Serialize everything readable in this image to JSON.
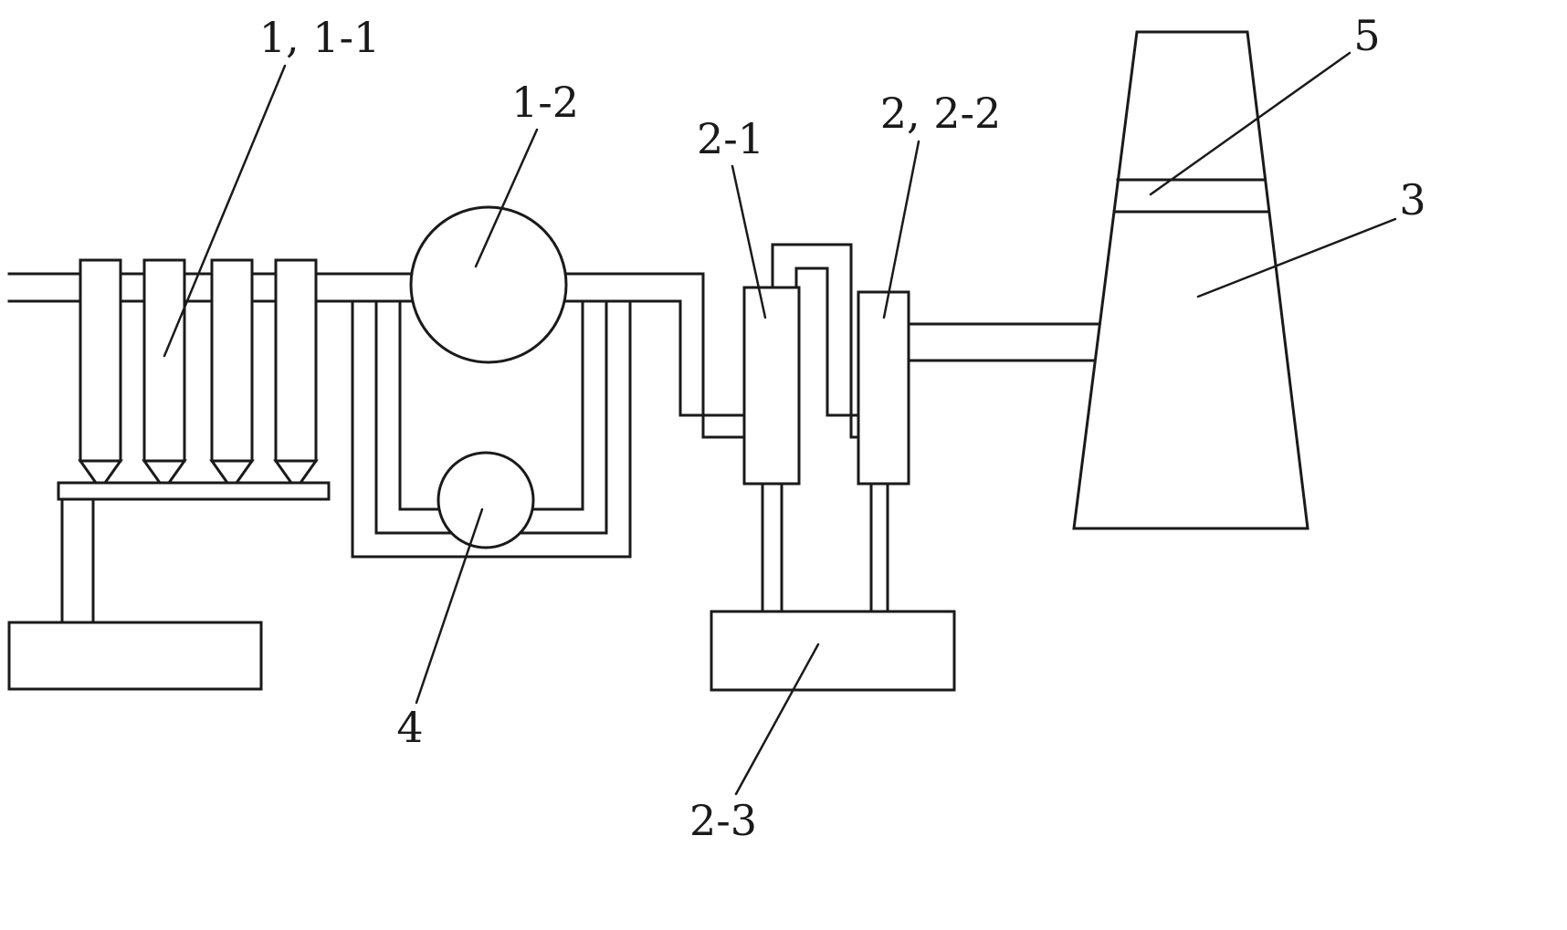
{
  "diagram": {
    "type": "patent-schematic-line-drawing",
    "labels": {
      "label_1": "1, 1-1",
      "label_1_2": "1-2",
      "label_2_1": "2-1",
      "label_2": "2, 2-2",
      "label_5": "5",
      "label_3": "3",
      "label_4": "4",
      "label_2_3": "2-3"
    },
    "colors": {
      "line": "#1a1a1a",
      "background": "#ffffff"
    }
  }
}
